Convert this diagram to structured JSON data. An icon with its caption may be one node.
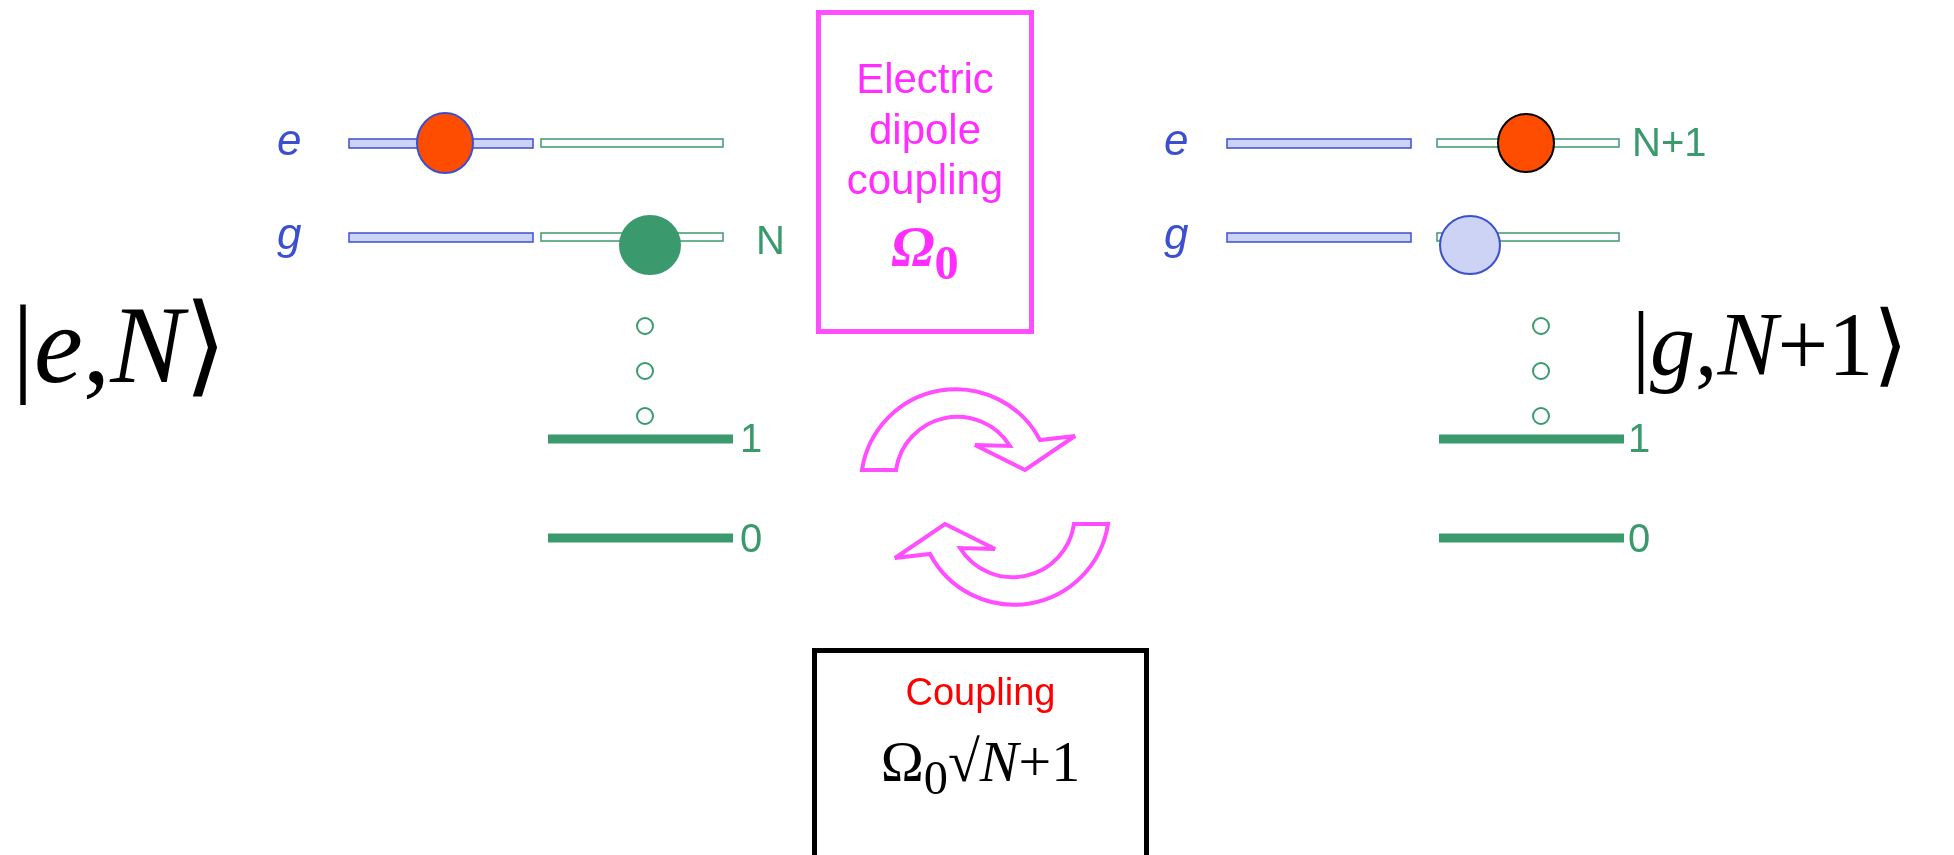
{
  "diagram": {
    "nodes": [
      {
        "text": [
          "Electric dipole coupling",
          "*Ω*$_{0}$"
        ]
      },
      {
        "text": [
          "Coupling",
          "Ω$_{0}$√*N*+1"
        ]
      }
    ],
    "labels": [
      "|*e*,*N*⟩",
      "e",
      "g",
      "N",
      "1",
      "0",
      "e",
      "g",
      "N+1",
      "1",
      "0",
      "|*g*,*N*+1⟩"
    ]
  }
}
